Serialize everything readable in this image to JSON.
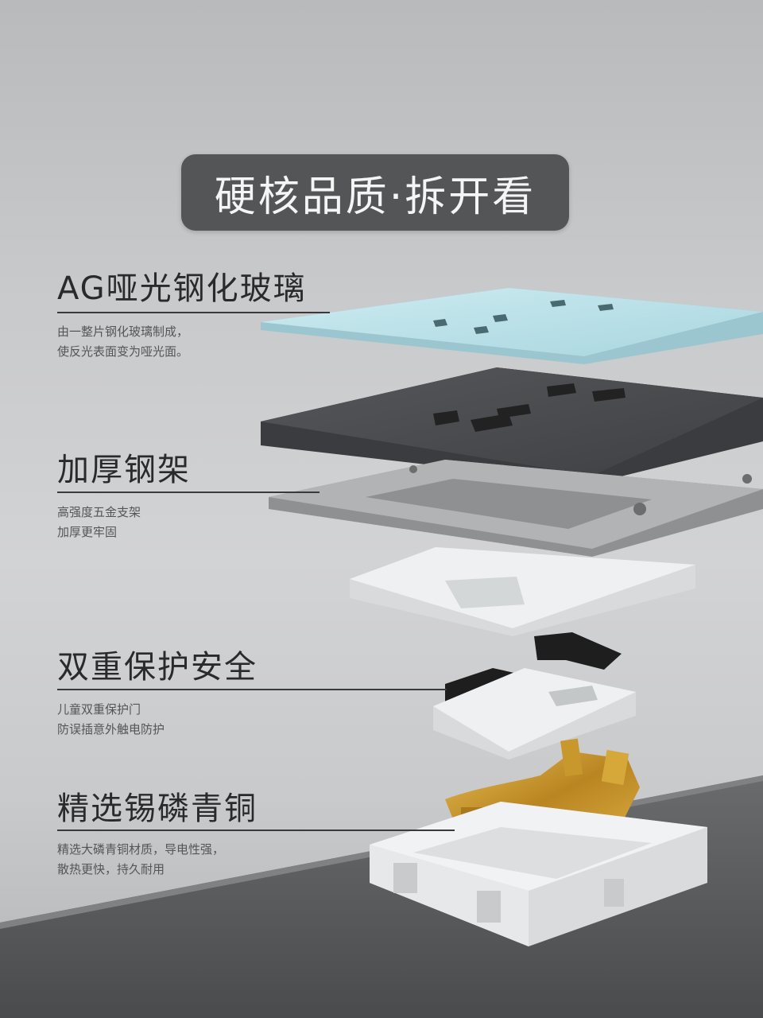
{
  "header": {
    "title": "硬核品质·拆开看"
  },
  "features": [
    {
      "title": "AG哑光钢化玻璃",
      "desc_lines": [
        "由一整片钢化玻璃制成，",
        "使反光表面变为哑光面。"
      ]
    },
    {
      "title": "加厚钢架",
      "desc_lines": [
        "高强度五金支架",
        "加厚更牢固"
      ]
    },
    {
      "title": "双重保护安全",
      "desc_lines": [
        "儿童双重保护门",
        "防误插意外触电防护"
      ]
    },
    {
      "title": "精选锡磷青铜",
      "desc_lines": [
        "精选大磷青铜材质，导电性强，",
        "散热更快，持久耐用"
      ]
    }
  ],
  "colors": {
    "badge": "#545556",
    "glass": "#bfe3ea",
    "dark_panel": "#4a4c4e",
    "frame": "#a9abad",
    "plastic": "#eef0f1",
    "shutter": "#1e1e1e",
    "brass": "#c9982c",
    "floor": "#5a5b5d"
  }
}
